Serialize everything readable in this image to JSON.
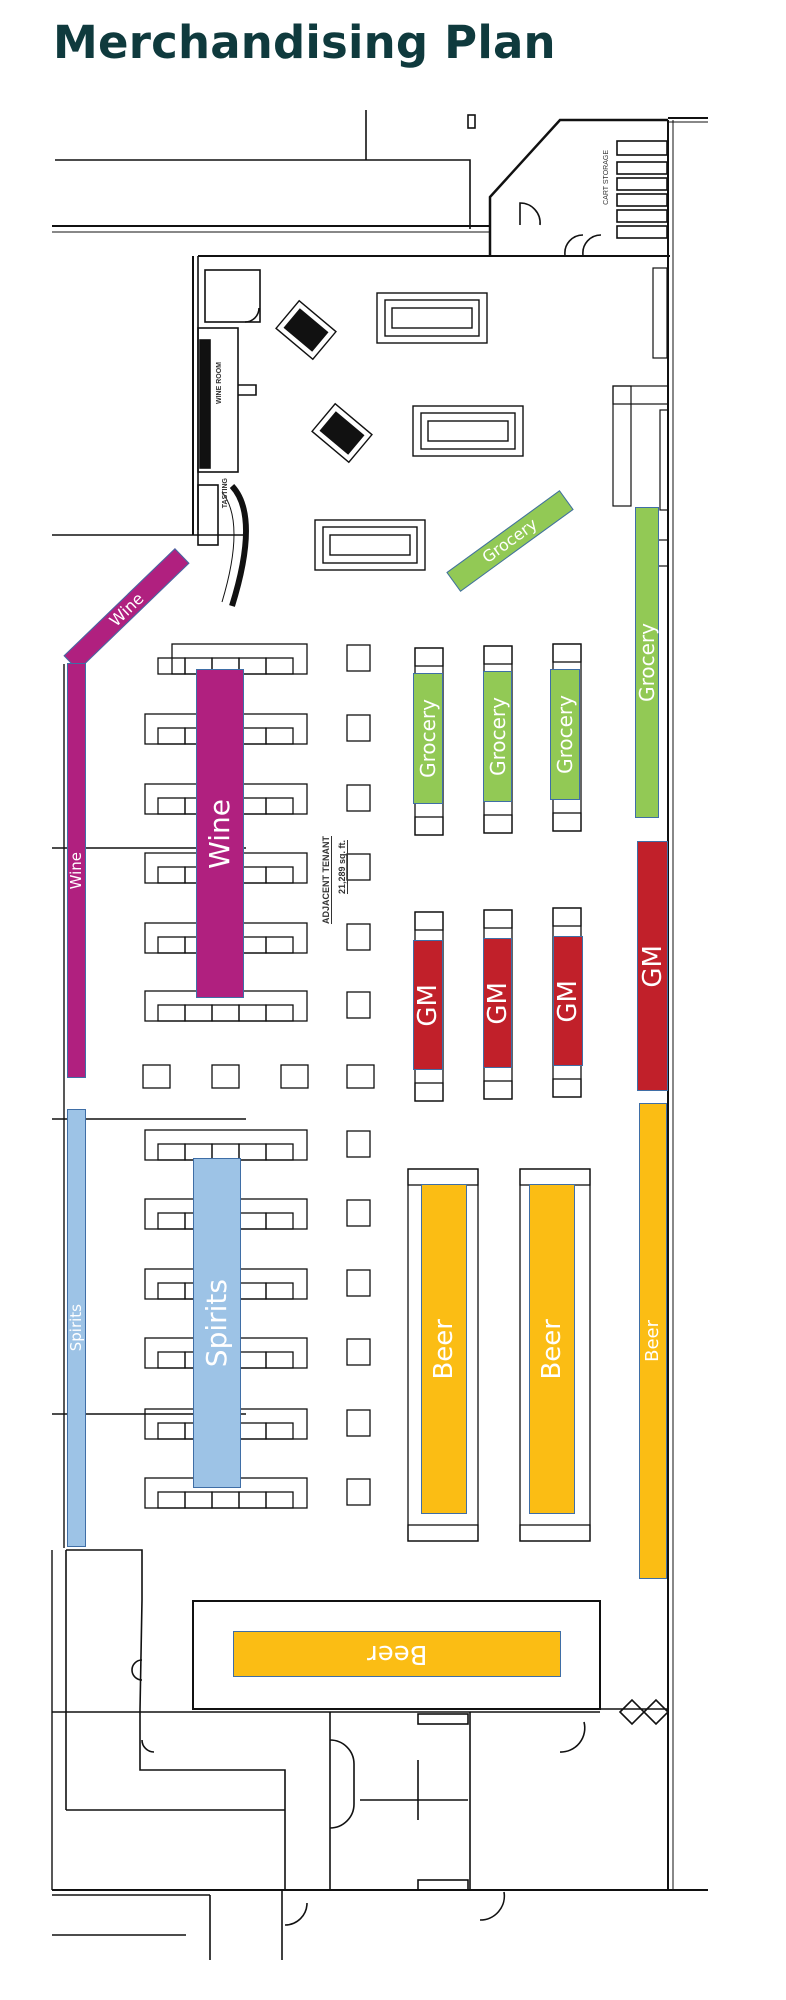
{
  "title": "Merchandising Plan",
  "plan_labels": {
    "cart_storage": "CART STORAGE",
    "wine_room": "WINE ROOM",
    "tasting": "TASTING",
    "adjacent_tenant": "ADJACENT TENANT",
    "tenant_area": "21,289 sq. ft."
  },
  "zones": {
    "wine_diagonal": "Wine",
    "wine_wall": "Wine",
    "wine_center": "Wine",
    "grocery_diagonal": "Grocery",
    "grocery_1": "Grocery",
    "grocery_2": "Grocery",
    "grocery_3": "Grocery",
    "grocery_wall": "Grocery",
    "gm_1": "GM",
    "gm_2": "GM",
    "gm_3": "GM",
    "gm_wall": "GM",
    "spirits_wall": "Spirits",
    "spirits_center": "Spirits",
    "beer_1": "Beer",
    "beer_2": "Beer",
    "beer_wall": "Beer",
    "beer_cooler": "Beer"
  },
  "colors": {
    "wine": "#b0207f",
    "grocery": "#92c955",
    "gm": "#c1202a",
    "beer": "#fbbd14",
    "spirits": "#9dc3e6",
    "title": "#0f3a3d"
  }
}
